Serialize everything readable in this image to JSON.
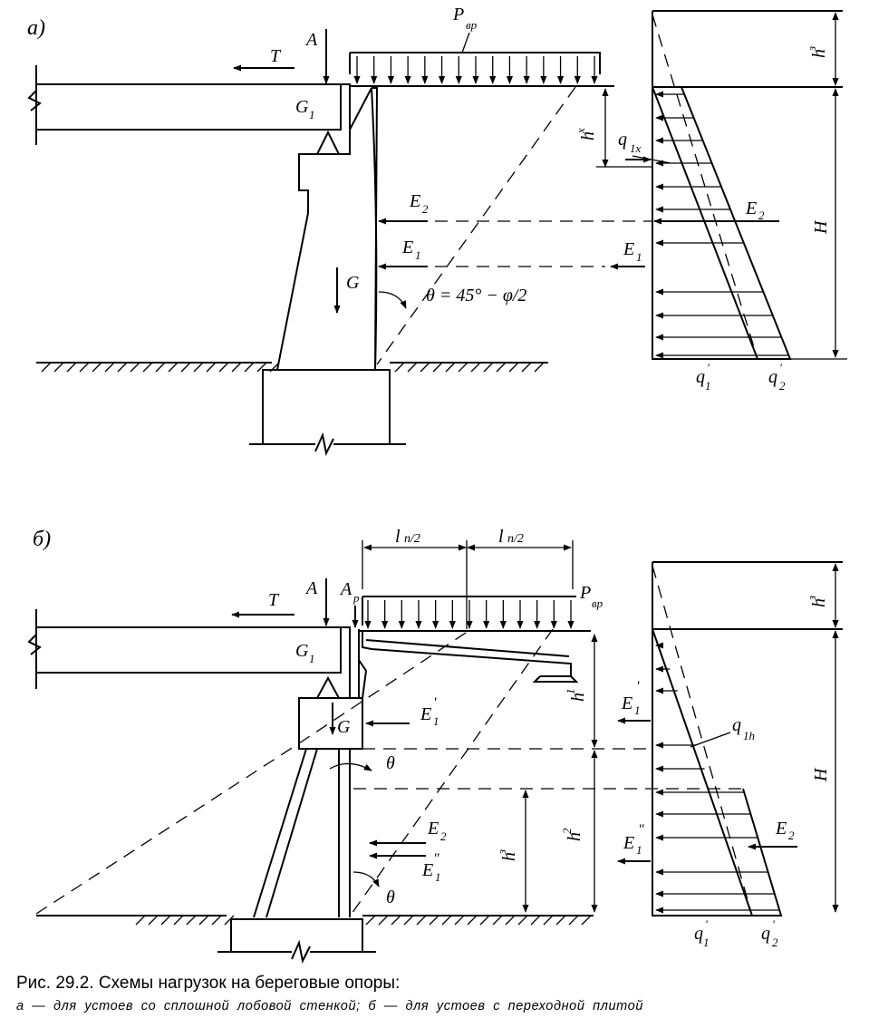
{
  "figure": {
    "title": "Рис. 29.2. Схемы нагрузок на береговые опоры:",
    "subtitle": "а — для устоев со сплошной лобовой стенкой; б — для устоев с переходной плитой"
  },
  "scheme_a": {
    "label": "а)",
    "labels": {
      "T": "T",
      "A": "A",
      "G1": "G",
      "G1_sub": "1",
      "P": "P",
      "P_sub": "вр",
      "G": "G",
      "E2": "E",
      "E2_sub": "2",
      "E1": "E",
      "E1_sub": "1",
      "theta": "θ = 45° − φ/2",
      "hx": "h",
      "hx_sub": "x",
      "q1x": "q",
      "q1x_sub": "1x",
      "E2_right": "E",
      "E2_right_sub": "2",
      "E1_right": "E",
      "E1_right_sub": "1",
      "H": "H",
      "h3": "h",
      "h3_sub": "з",
      "q1": "q",
      "q1_sup": "'",
      "q1_sub": "1",
      "q2": "q",
      "q2_sup": "'",
      "q2_sub": "2"
    }
  },
  "scheme_b": {
    "label": "б)",
    "labels": {
      "T": "T",
      "A": "A",
      "Ap": "A",
      "Ap_sub": "р",
      "G1": "G",
      "G1_sub": "1",
      "G": "G",
      "ln1": "l",
      "ln1_sub": "п/2",
      "ln2": "l",
      "ln2_sub": "п/2",
      "P": "P",
      "P_sub": "вр",
      "E1p": "E",
      "E1p_sub": "1",
      "E1p_sup": "'",
      "theta1": "θ",
      "theta2": "θ",
      "E2": "E",
      "E2_sub": "2",
      "E1pp": "E",
      "E1pp_sub": "1",
      "E1pp_sup": "\"",
      "h1": "h",
      "h1_sub": "1",
      "h2": "h",
      "h2_sub": "2",
      "h3": "h",
      "h3_sub": "з",
      "h3r": "h",
      "h3r_sub": "з",
      "H": "H",
      "q1h": "q",
      "q1h_sub": "1h",
      "E1p_right": "E",
      "E1p_right_sub": "1",
      "E1p_right_sup": "'",
      "E1pp_right": "E",
      "E1pp_right_sub": "1",
      "E1pp_right_sup": "\"",
      "E2_right": "E",
      "E2_right_sub": "2",
      "q1": "q",
      "q1_sup": "'",
      "q1_sub": "1",
      "q2": "q",
      "q2_sup": "'",
      "q2_sub": "2"
    }
  }
}
